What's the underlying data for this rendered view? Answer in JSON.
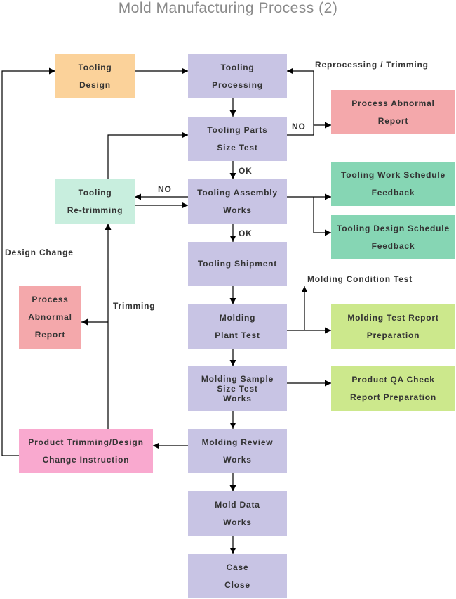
{
  "title": "Mold Manufacturing Process (2)",
  "nodes": {
    "tooling_design": [
      "Tooling",
      "Design"
    ],
    "tooling_processing": [
      "Tooling",
      "Processing"
    ],
    "tooling_parts_size_test": [
      "Tooling Parts",
      "Size Test"
    ],
    "tooling_assembly_works": [
      "Tooling Assembly",
      "Works"
    ],
    "tooling_shipment": [
      "Tooling Shipment"
    ],
    "molding_plant_test": [
      "Molding",
      "Plant Test"
    ],
    "molding_sample_size_test_works": [
      "Molding Sample",
      "Size Test",
      "Works"
    ],
    "molding_review_works": [
      "Molding Review",
      "Works"
    ],
    "mold_data_works": [
      "Mold Data",
      "Works"
    ],
    "case_close": [
      "Case",
      "Close"
    ],
    "process_abnormal_report_right": [
      "Process Abnormal",
      "Report"
    ],
    "tooling_work_schedule_feedback": [
      "Tooling Work Schedule",
      "Feedback"
    ],
    "tooling_design_schedule_feedback": [
      "Tooling Design Schedule",
      "Feedback"
    ],
    "molding_test_report_preparation": [
      "Molding Test Report",
      "Preparation"
    ],
    "product_qa_check_report_preparation": [
      "Product QA Check",
      "Report Preparation"
    ],
    "tooling_retrimming": [
      "Tooling",
      "Re-trimming"
    ],
    "process_abnormal_report_left": [
      "Process",
      "Abnormal",
      "Report"
    ],
    "product_trimming_design_change_instruction": [
      "Product Trimming/Design",
      "Change Instruction"
    ]
  },
  "labels": {
    "reprocessing_trimming": "Reprocessing / Trimming",
    "no_right": "NO",
    "no_left": "NO",
    "ok_1": "OK",
    "ok_2": "OK",
    "molding_condition_test": "Molding Condition Test",
    "trimming": "Trimming",
    "design_change": "Design Change"
  },
  "colors": {
    "process": "#c8c4e4",
    "design": "#fbd29a",
    "abnormal": "#f4a8ab",
    "feedback": "#86d6b4",
    "retrimming": "#c8eede",
    "report": "#cce88c",
    "instruction": "#f9a9cf",
    "line": "#000000"
  }
}
